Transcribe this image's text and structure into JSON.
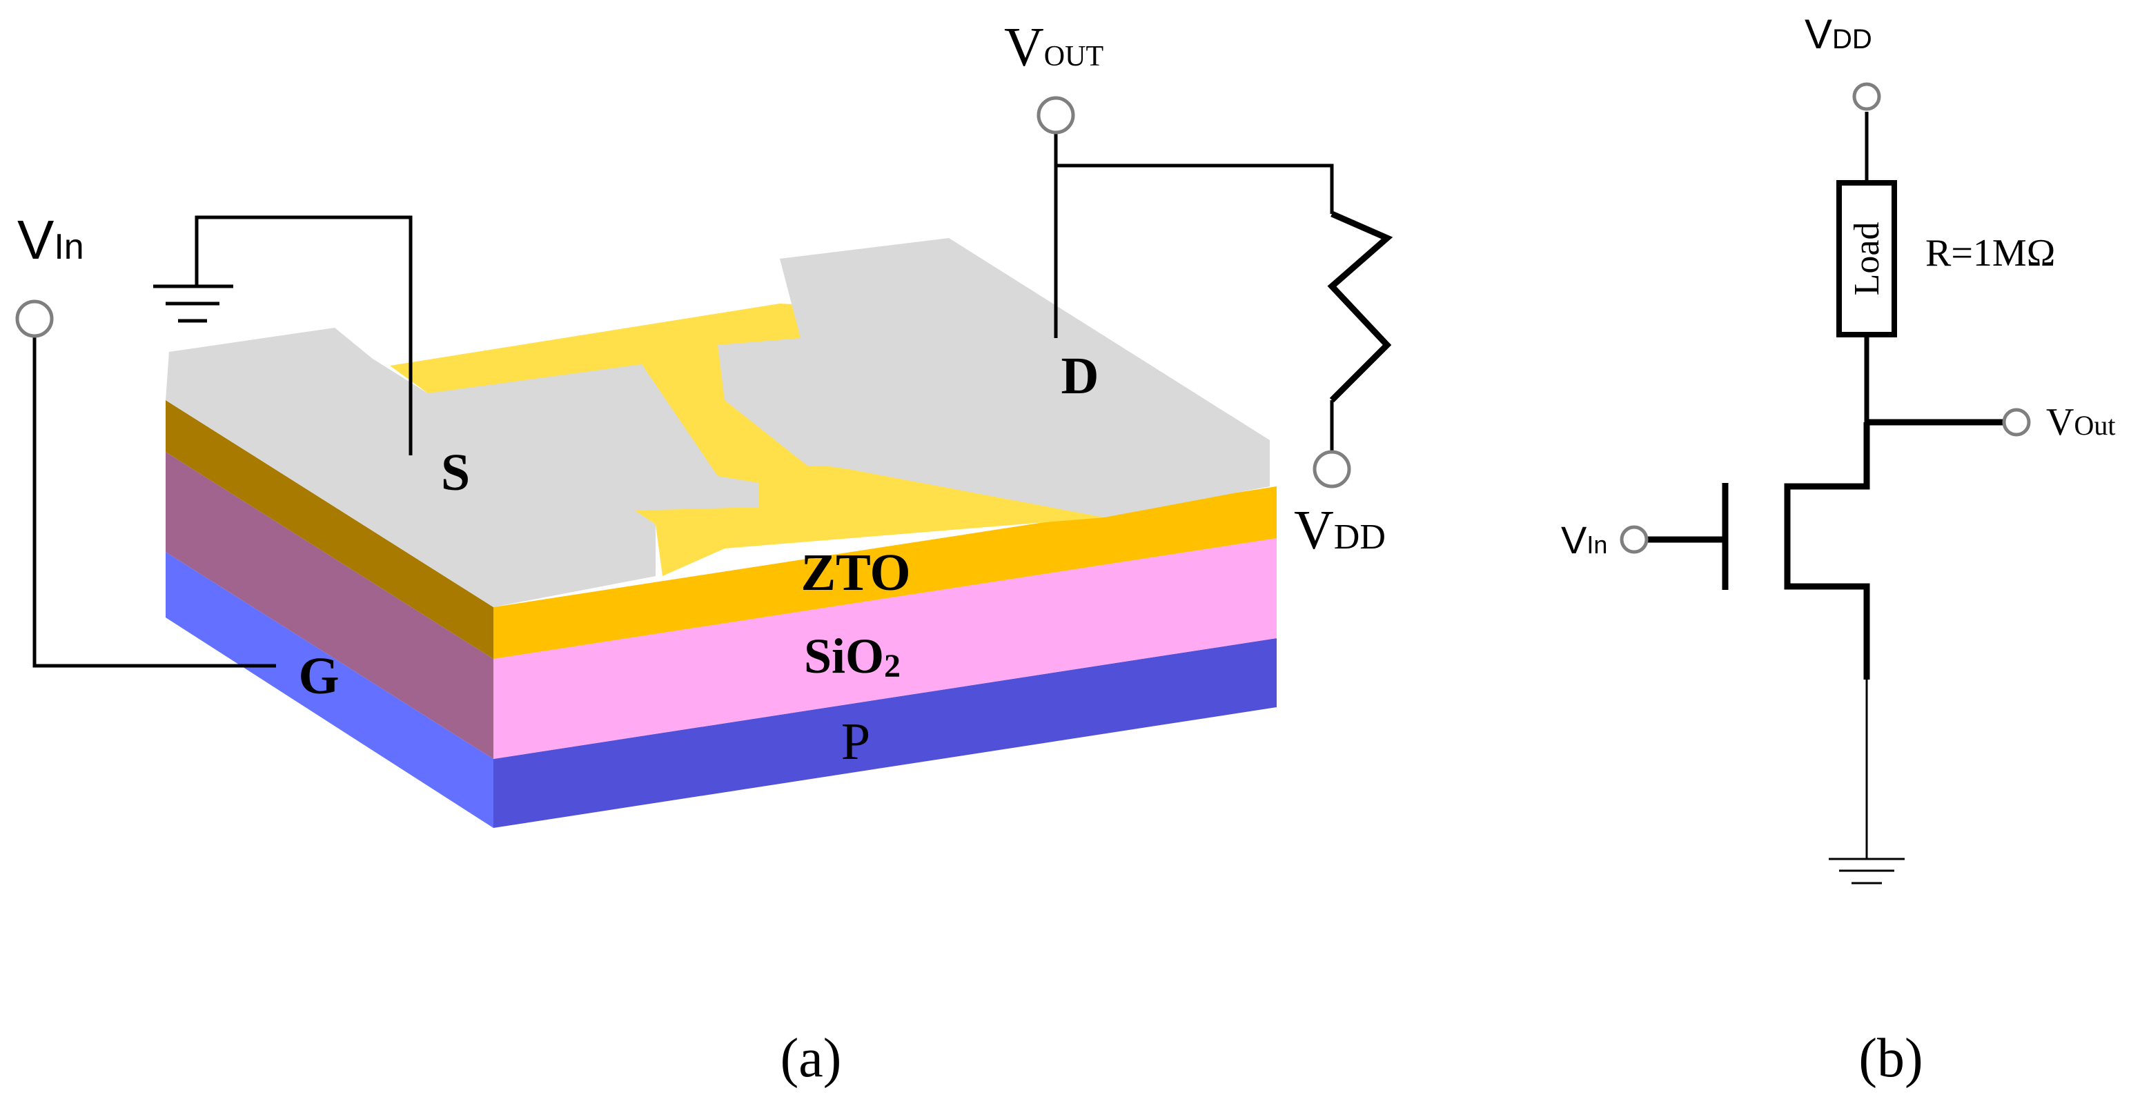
{
  "panel_a": {
    "caption": "(a)",
    "layers": {
      "active": {
        "label": "ZTO",
        "color_front": "#ffc000",
        "color_side": "#a87a00"
      },
      "dielectric": {
        "label_main": "SiO",
        "label_sub": "2",
        "color_front": "#ffaaf2",
        "color_side": "#a0648f"
      },
      "substrate": {
        "label": "P",
        "color_front": "#5050d8",
        "color_side": "#6470ff"
      }
    },
    "channel_color": "#ffe04a",
    "electrode_color": "#d9d9d9",
    "terminals": {
      "source": "S",
      "drain": "D",
      "gate": "G"
    },
    "nodes": {
      "vin_main": "V",
      "vin_sub": "In",
      "vout_main": "V",
      "vout_sub": "OUT",
      "vdd_main": "V",
      "vdd_sub": "DD"
    }
  },
  "panel_b": {
    "caption": "(b)",
    "load_label": "Load",
    "resistance": "R=1MΩ",
    "nodes": {
      "vdd_main": "V",
      "vdd_sub": "DD",
      "vout_main": "V",
      "vout_sub": "Out",
      "vin_main": "V",
      "vin_sub": "In"
    }
  }
}
